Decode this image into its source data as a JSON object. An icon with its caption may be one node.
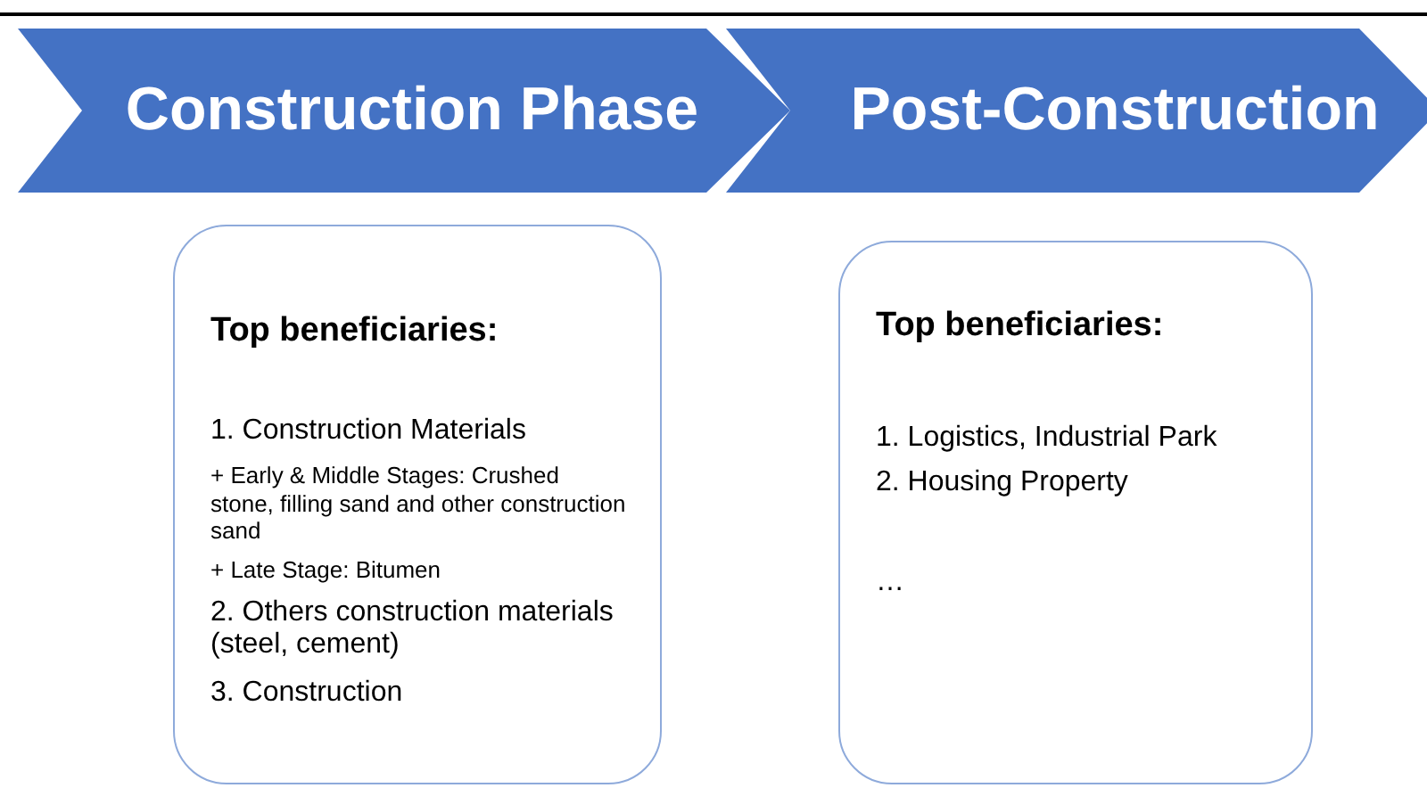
{
  "diagram": {
    "nodes": [
      {
        "text": [
          "Construction Phase"
        ]
      },
      {
        "text": [
          "Post-Construction"
        ]
      },
      {
        "text": [
          "Top beneficiaries:",
          "1. Construction Materials",
          "+ Early & Middle Stages: Crushed stone, filling sand and other construction sand",
          "+ Late Stage: Bitumen",
          "2. Others construction materials (steel, cement)",
          "3. Construction"
        ]
      },
      {
        "text": [
          "Top beneficiaries:",
          "1. Logistics, Industrial Park",
          "2. Housing Property",
          "…"
        ]
      }
    ]
  }
}
